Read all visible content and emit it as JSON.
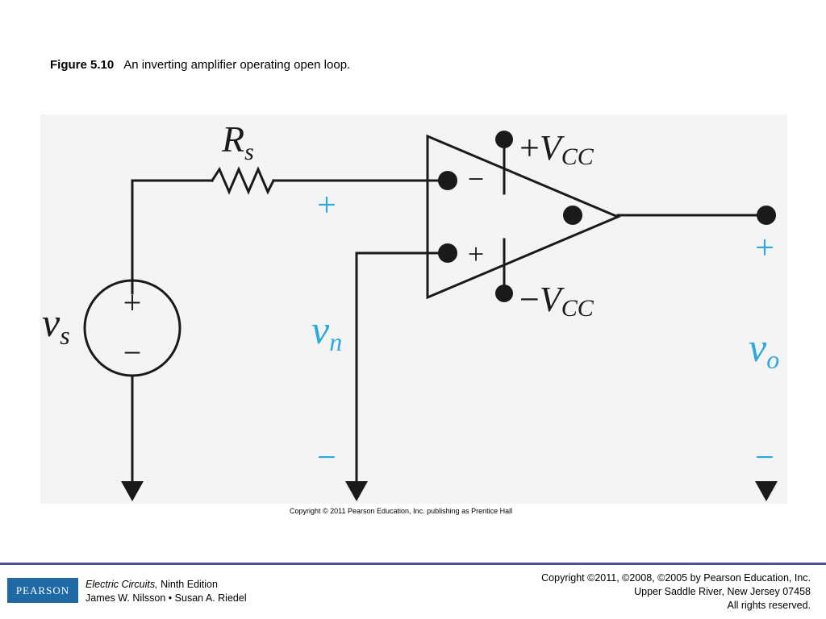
{
  "caption": {
    "figure_label": "Figure 5.10",
    "text": "An inverting amplifier operating open loop."
  },
  "diagram": {
    "labels": {
      "rs_main": "R",
      "rs_sub": "s",
      "vs_main": "v",
      "vs_sub": "s",
      "vn_main": "v",
      "vn_sub": "n",
      "vo_main": "v",
      "vo_sub": "o",
      "vcc_pos_sign": "+",
      "vcc_neg_sign": "−",
      "vcc_main": "V",
      "vcc_sub": "CC",
      "source_plus": "+",
      "source_minus": "−",
      "opamp_inverting": "−",
      "opamp_noninverting": "+",
      "vn_plus": "+",
      "vn_minus": "−",
      "vo_plus": "+",
      "vo_minus": "−"
    },
    "colors": {
      "wire": "#1a1a1a",
      "voltage_label": "#29a9df",
      "figure_background": "#f4f4f4"
    },
    "copyright": "Copyright © 2011 Pearson Education, Inc. publishing as Prentice Hall"
  },
  "footer": {
    "logo": "PEARSON",
    "book_title": "Electric Circuits,",
    "edition": "Ninth Edition",
    "authors": "James W. Nilsson • Susan A. Riedel",
    "copyright_line": "Copyright ©2011, ©2008, ©2005 by Pearson Education, Inc.",
    "address_line": "Upper Saddle River, New Jersey 07458",
    "rights_line": "All rights reserved.",
    "rule_color": "#4a4fa0"
  }
}
